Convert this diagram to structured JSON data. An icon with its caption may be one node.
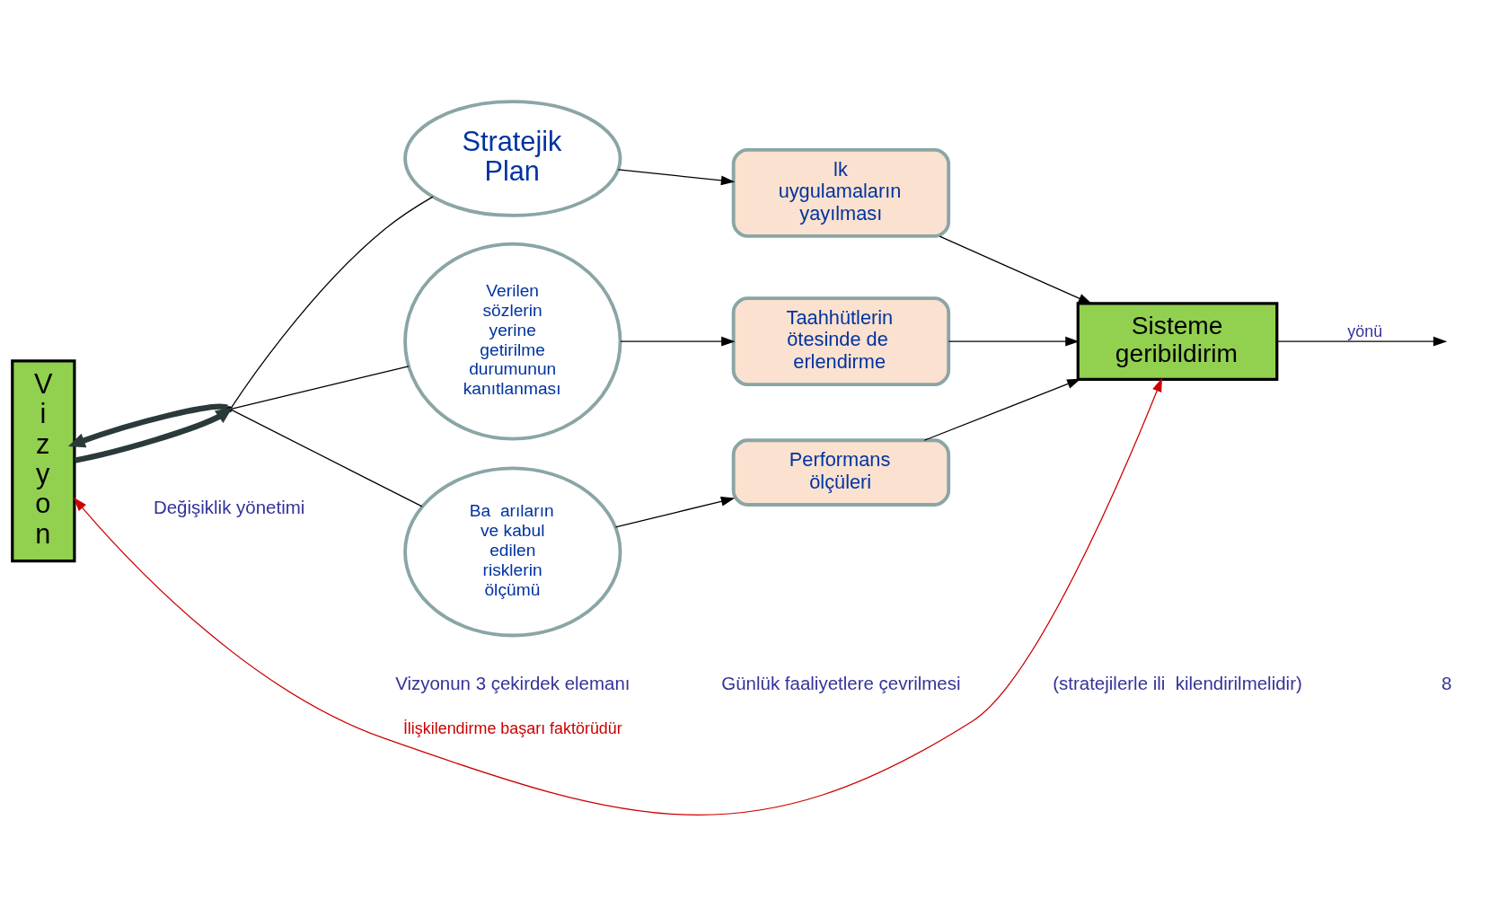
{
  "diagram": {
    "nodes": [
      {
        "text": [
          "Vizyon"
        ]
      },
      {
        "text": [
          "Stratejik Plan"
        ]
      },
      {
        "text": [
          "Verilen sözlerin yerine getirilme durumunun kanıtlanması"
        ]
      },
      {
        "text": [
          "Ba  arıların ve kabul edilen risklerin ölçümü"
        ]
      },
      {
        "text": [
          "lk uygulamaların yayılması"
        ]
      },
      {
        "text": [
          "Taahhütlerin ötesinde de  erlendirme"
        ]
      },
      {
        "text": [
          "Performans ölçüleri"
        ]
      },
      {
        "text": [
          "Sisteme geribildirim"
        ]
      },
      {
        "text": [],
        "shape": "point"
      }
    ],
    "edges": [
      {
        "from": 0,
        "to": 8,
        "arrow": "to",
        "style": "thick"
      },
      {
        "from": 8,
        "to": 0,
        "arrow": "to",
        "style": "thick"
      },
      {
        "from": 8,
        "to": 1,
        "arrow": "none"
      },
      {
        "from": 8,
        "to": 2,
        "arrow": "none"
      },
      {
        "from": 8,
        "to": 3,
        "arrow": "none"
      },
      {
        "from": 1,
        "to": 4,
        "arrow": "to"
      },
      {
        "from": 2,
        "to": 5,
        "arrow": "to"
      },
      {
        "from": 3,
        "to": 6,
        "arrow": "to"
      },
      {
        "from": 4,
        "to": 7,
        "arrow": "to"
      },
      {
        "from": 5,
        "to": 7,
        "arrow": "to"
      },
      {
        "from": 6,
        "to": 7,
        "arrow": "to"
      },
      {
        "from": 7,
        "to": null,
        "arrow": "to",
        "label": "yönü"
      },
      {
        "from": 7,
        "to": 0,
        "arrow": "both",
        "label": "İlişkilendirme başarı faktörüdür",
        "color": "#cc0000"
      }
    ],
    "labels": [
      "Değişiklik yönetimi",
      "Vizyonun 3 çekirdek elemanı",
      "Günlük faaliyetlere çevrilmesi",
      "(stratejilerle ili  kilendirilmelidir)",
      "8"
    ]
  }
}
